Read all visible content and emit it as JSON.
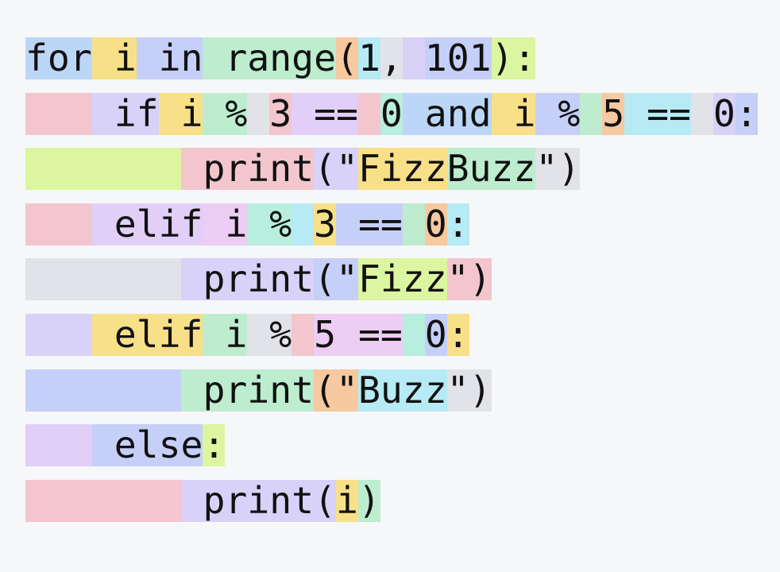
{
  "palette": {
    "blue": "#bcd6f7",
    "yellow": "#f8e089",
    "indigo": "#c5cff8",
    "green": "#bdeccf",
    "orange": "#f6c9a0",
    "gray": "#e2e3e8",
    "purple": "#e1cff8",
    "lime": "#dcf5a0",
    "pink": "#f3c6cd",
    "teal": "#b8eede",
    "cyan": "#b6eaf4",
    "violet": "#d8d1f8",
    "magenta": "#edcdf3"
  },
  "lines": [
    {
      "tokens": [
        {
          "text": "for",
          "color": "blue"
        },
        {
          "text": " i",
          "color": "yellow"
        },
        {
          "text": " in",
          "color": "indigo"
        },
        {
          "text": " range",
          "color": "green"
        },
        {
          "text": "(",
          "color": "orange"
        },
        {
          "text": "1",
          "color": "cyan"
        },
        {
          "text": ",",
          "color": "gray"
        },
        {
          "text": " ",
          "color": "violet"
        },
        {
          "text": "101",
          "color": "indigo"
        },
        {
          "text": "):",
          "color": "lime"
        }
      ]
    },
    {
      "tokens": [
        {
          "text": "   ",
          "color": "pink"
        },
        {
          "text": " if",
          "color": "violet"
        },
        {
          "text": " i",
          "color": "yellow"
        },
        {
          "text": " %",
          "color": "green"
        },
        {
          "text": " ",
          "color": "gray"
        },
        {
          "text": "3",
          "color": "pink"
        },
        {
          "text": " ==",
          "color": "purple"
        },
        {
          "text": " ",
          "color": "pink"
        },
        {
          "text": "0",
          "color": "teal"
        },
        {
          "text": " and",
          "color": "blue"
        },
        {
          "text": " i",
          "color": "yellow"
        },
        {
          "text": " %",
          "color": "indigo"
        },
        {
          "text": " ",
          "color": "green"
        },
        {
          "text": "5",
          "color": "orange"
        },
        {
          "text": " ==",
          "color": "cyan"
        },
        {
          "text": " ",
          "color": "gray"
        },
        {
          "text": "0",
          "color": "violet"
        },
        {
          "text": ":",
          "color": "indigo"
        }
      ]
    },
    {
      "tokens": [
        {
          "text": "       ",
          "color": "lime"
        },
        {
          "text": " print",
          "color": "pink"
        },
        {
          "text": "(\"",
          "color": "violet"
        },
        {
          "text": "Fizz",
          "color": "yellow"
        },
        {
          "text": "Buzz",
          "color": "green"
        },
        {
          "text": "\")",
          "color": "gray"
        }
      ]
    },
    {
      "tokens": [
        {
          "text": "   ",
          "color": "pink"
        },
        {
          "text": " elif",
          "color": "purple"
        },
        {
          "text": " i",
          "color": "magenta"
        },
        {
          "text": " %",
          "color": "teal"
        },
        {
          "text": " ",
          "color": "cyan"
        },
        {
          "text": "3",
          "color": "yellow"
        },
        {
          "text": " ==",
          "color": "indigo"
        },
        {
          "text": " ",
          "color": "green"
        },
        {
          "text": "0",
          "color": "orange"
        },
        {
          "text": ":",
          "color": "cyan"
        }
      ]
    },
    {
      "tokens": [
        {
          "text": "       ",
          "color": "gray"
        },
        {
          "text": " print",
          "color": "violet"
        },
        {
          "text": "(\"",
          "color": "indigo"
        },
        {
          "text": "Fizz",
          "color": "lime"
        },
        {
          "text": "\")",
          "color": "pink"
        }
      ]
    },
    {
      "tokens": [
        {
          "text": "   ",
          "color": "violet"
        },
        {
          "text": " elif",
          "color": "yellow"
        },
        {
          "text": " i",
          "color": "green"
        },
        {
          "text": " %",
          "color": "gray"
        },
        {
          "text": " ",
          "color": "pink"
        },
        {
          "text": "5",
          "color": "magenta"
        },
        {
          "text": " ==",
          "color": "magenta"
        },
        {
          "text": " ",
          "color": "teal"
        },
        {
          "text": "0",
          "color": "indigo"
        },
        {
          "text": ":",
          "color": "yellow"
        }
      ]
    },
    {
      "tokens": [
        {
          "text": "       ",
          "color": "indigo"
        },
        {
          "text": " print",
          "color": "green"
        },
        {
          "text": "(\"",
          "color": "orange"
        },
        {
          "text": "Buzz",
          "color": "cyan"
        },
        {
          "text": "\")",
          "color": "gray"
        }
      ]
    },
    {
      "tokens": [
        {
          "text": "   ",
          "color": "purple"
        },
        {
          "text": " else",
          "color": "indigo"
        },
        {
          "text": ":",
          "color": "lime"
        }
      ]
    },
    {
      "tokens": [
        {
          "text": "       ",
          "color": "pink"
        },
        {
          "text": " print",
          "color": "violet"
        },
        {
          "text": "(",
          "color": "violet"
        },
        {
          "text": "i",
          "color": "yellow"
        },
        {
          "text": ")",
          "color": "green"
        }
      ]
    }
  ]
}
